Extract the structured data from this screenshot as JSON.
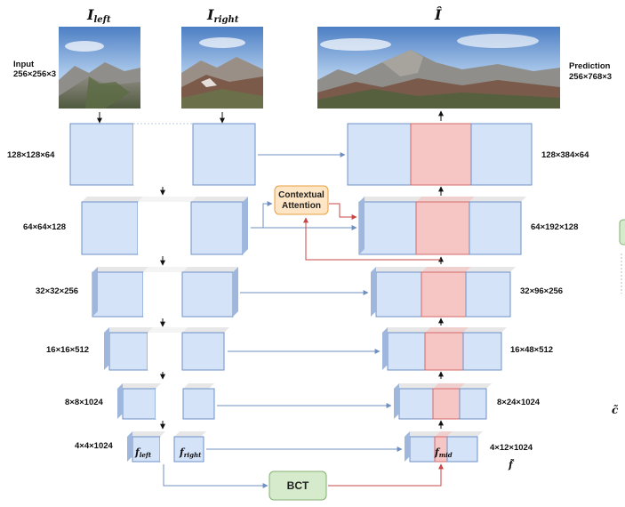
{
  "titles": {
    "left_image": "I",
    "left_image_sub": "left",
    "right_image": "I",
    "right_image_sub": "right",
    "output_image": "Î"
  },
  "input": {
    "line1": "Input",
    "line2": "256×256×3"
  },
  "prediction": {
    "line1": "Prediction",
    "line2": "256×768×3"
  },
  "encoder_sizes": [
    "128×128×64",
    "64×64×128",
    "32×32×256",
    "16×16×512",
    "8×8×1024",
    "4×4×1024"
  ],
  "decoder_sizes": [
    "128×384×64",
    "64×192×128",
    "32×96×256",
    "16×48×512",
    "8×24×1024",
    "4×12×1024"
  ],
  "contextual_attention": {
    "line1": "Contextual",
    "line2": "Attention"
  },
  "bct": "BCT",
  "feature_labels": {
    "left": "f",
    "left_sub": "left",
    "right": "f",
    "right_sub": "right",
    "mid": "f",
    "mid_sub": "mid",
    "below": "f̃"
  },
  "cut_off_text": "c̃",
  "colors": {
    "block_fill": "#d4e3f8",
    "block_stroke": "#6e90c7",
    "block_side": "#9fb7dc",
    "mid_fill": "#f5c6c4",
    "mid_stroke": "#d46a6a",
    "attention_fill": "#fde5c5",
    "attention_stroke": "#e8a040",
    "bct_fill": "#d5ebcc",
    "bct_stroke": "#82b26f",
    "blue_arrow": "#6f8fc0",
    "red_arrow": "#c94444"
  }
}
